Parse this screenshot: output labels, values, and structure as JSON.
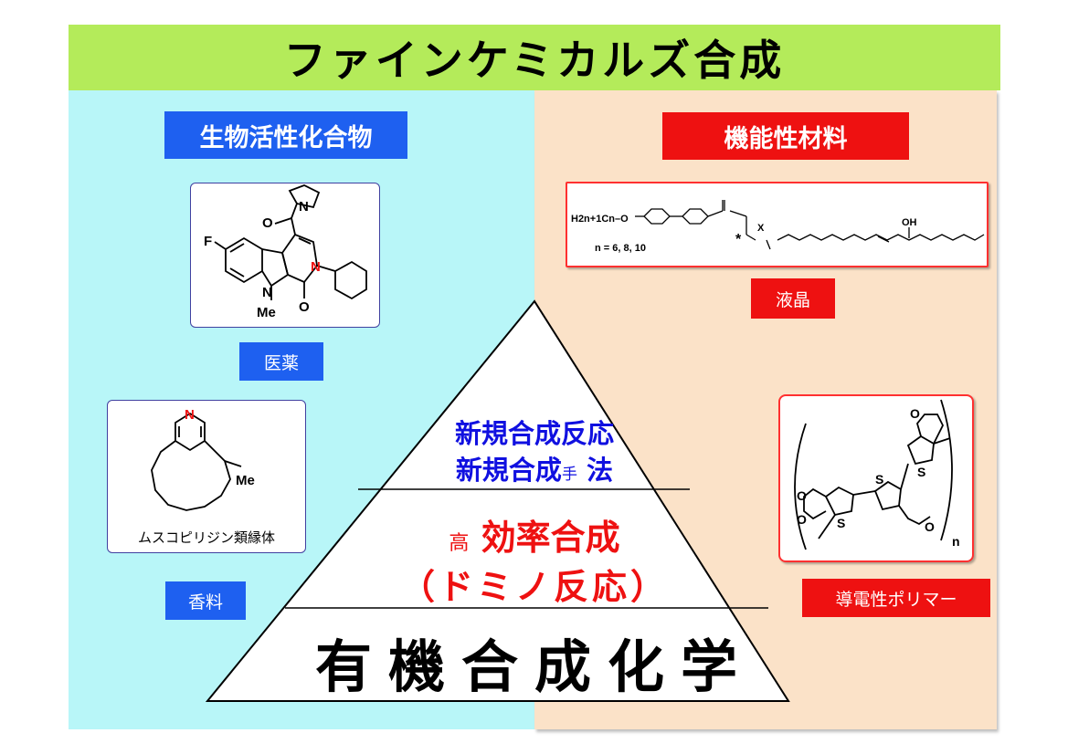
{
  "title": "ファインケミカルズ合成",
  "categories": {
    "bioactive": "生物活性化合物",
    "functional": "機能性材料"
  },
  "tags": {
    "medicine": "医薬",
    "fragrance": "香料",
    "liquid_crystal": "液晶",
    "conductive_polymer": "導電性ポリマー"
  },
  "structures": {
    "drug_atoms": {
      "f": "F",
      "n1": "N",
      "n2": "N",
      "n3": "N",
      "me": "Me",
      "o1": "O",
      "o2": "O"
    },
    "muscopyridine_caption": "ムスコピリジン類縁体",
    "muscopyridine_atoms": {
      "n": "N",
      "me": "Me"
    },
    "liquid_crystal": {
      "formula": "H2n+1Cn–O",
      "n_values": "n = 6, 8, 10",
      "x": "X",
      "oh": "OH",
      "star": "*"
    },
    "polymer": {
      "n": "n",
      "s": "S",
      "o": "O"
    }
  },
  "pyramid": {
    "top_line1": "新規合成反応",
    "top_line2_main": "新規合成",
    "top_line2_small": "手",
    "top_line2_end": "法",
    "mid_line1_small": "高",
    "mid_line1_main": "効率合成",
    "mid_line2": "（ドミノ反応）",
    "base": "有機合成化学"
  },
  "colors": {
    "title_bg": "#b4eb5a",
    "left_bg": "#b8f6f8",
    "right_bg": "#fbe2c8",
    "blue": "#1e60f0",
    "red": "#ee1111"
  }
}
